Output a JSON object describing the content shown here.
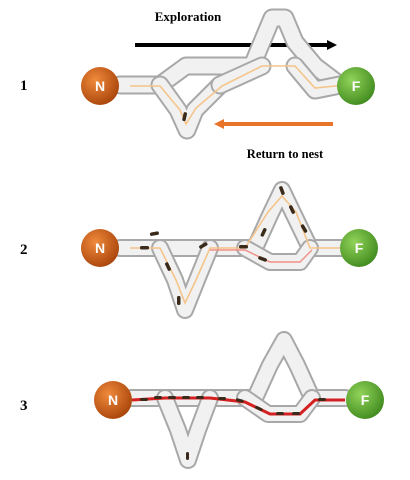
{
  "header": {
    "exploration_label": "Exploration",
    "return_label": "Return to nest"
  },
  "stages": [
    {
      "number": "1",
      "nest_label": "N",
      "food_label": "F"
    },
    {
      "number": "2",
      "nest_label": "N",
      "food_label": "F"
    },
    {
      "number": "3",
      "nest_label": "N",
      "food_label": "F"
    }
  ],
  "colors": {
    "nest": "#c8590f",
    "food": "#5fa82e",
    "exploration_arrow": "#000000",
    "return_arrow": "#e9752a",
    "path_fill": "#f1f1f1",
    "path_outline": "#a8a8a8",
    "trail_light": "#f5c48a",
    "trail_pink": "#ef8f86",
    "trail_strong": "#d42020",
    "ant": "#3a2a1a"
  }
}
